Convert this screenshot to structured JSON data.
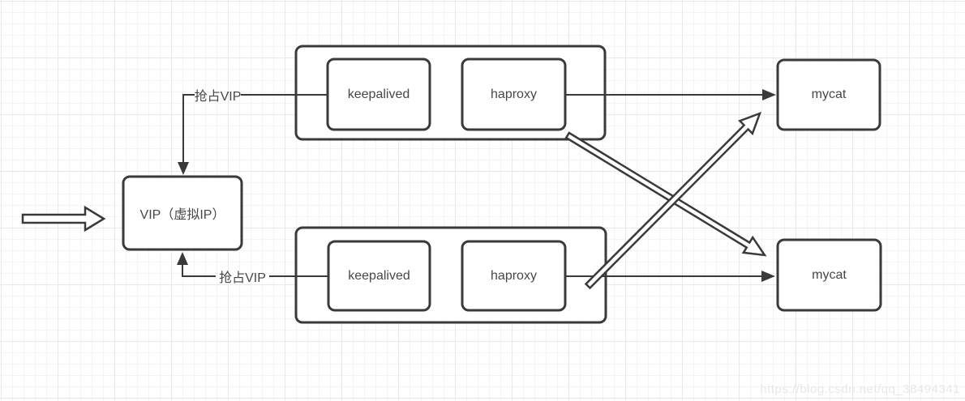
{
  "diagram": {
    "title": "VIP / keepalived / haproxy / mycat high-availability topology",
    "nodes": {
      "vip": {
        "label": "VIP（虚拟IP）"
      },
      "keepalived_top": {
        "label": "keepalived"
      },
      "haproxy_top": {
        "label": "haproxy"
      },
      "keepalived_bottom": {
        "label": "keepalived"
      },
      "haproxy_bottom": {
        "label": "haproxy"
      },
      "mycat_top": {
        "label": "mycat"
      },
      "mycat_bottom": {
        "label": "mycat"
      }
    },
    "edges": {
      "seize_vip_top": {
        "label": "抢占VIP"
      },
      "seize_vip_bottom": {
        "label": "抢占VIP"
      }
    }
  },
  "watermark": {
    "text": "https://blog.csdn.net/qq_38494341"
  },
  "colors": {
    "line": "#3a3a3a",
    "node_fill": "#ffffff",
    "text": "#474747",
    "grid_minor": "#f4f4f6",
    "grid_major": "#e9e9ed",
    "watermark_text": "#e8e8eb",
    "background": "#ffffff"
  }
}
